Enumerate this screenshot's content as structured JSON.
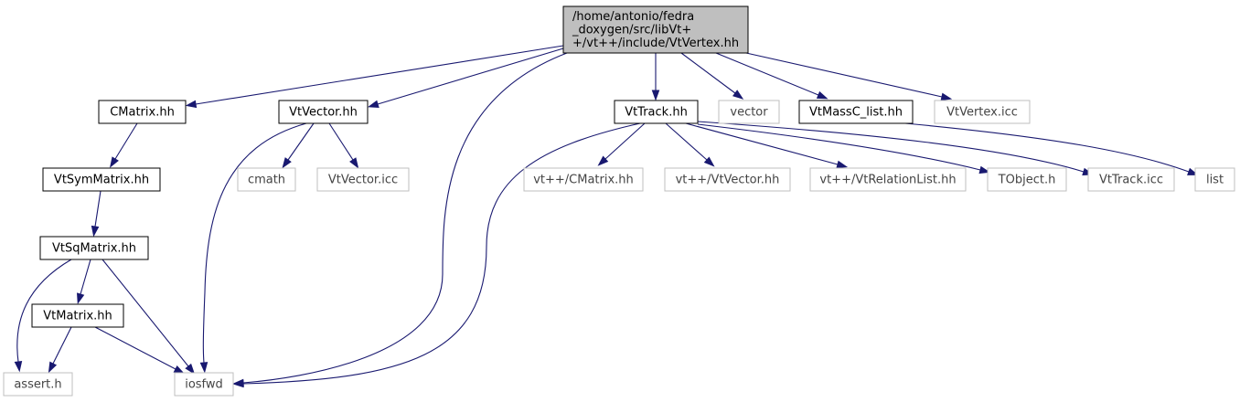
{
  "colors": {
    "edge": "#191970",
    "root_fill": "#bfbfbf",
    "documented_border": "#000000",
    "external_border": "#bfbfbf"
  },
  "nodes": [
    {
      "id": "root",
      "lines": [
        "/home/antonio/fedra",
        "_doxygen/src/libVt+",
        "+/vt++/include/VtVertex.hh"
      ],
      "kind": "root"
    },
    {
      "id": "cmatrix",
      "lines": [
        "CMatrix.hh"
      ],
      "kind": "documented"
    },
    {
      "id": "vtvector",
      "lines": [
        "VtVector.hh"
      ],
      "kind": "documented"
    },
    {
      "id": "vttrack",
      "lines": [
        "VtTrack.hh"
      ],
      "kind": "documented"
    },
    {
      "id": "vector",
      "lines": [
        "vector"
      ],
      "kind": "external"
    },
    {
      "id": "vtmassc",
      "lines": [
        "VtMassC_list.hh"
      ],
      "kind": "documented"
    },
    {
      "id": "vtvertexicc",
      "lines": [
        "VtVertex.icc"
      ],
      "kind": "external"
    },
    {
      "id": "vtsymmatrix",
      "lines": [
        "VtSymMatrix.hh"
      ],
      "kind": "documented"
    },
    {
      "id": "cmath",
      "lines": [
        "cmath"
      ],
      "kind": "external"
    },
    {
      "id": "vtvectoricc",
      "lines": [
        "VtVector.icc"
      ],
      "kind": "external"
    },
    {
      "id": "vtcmatrix",
      "lines": [
        "vt++/CMatrix.hh"
      ],
      "kind": "external"
    },
    {
      "id": "vtvtvector",
      "lines": [
        "vt++/VtVector.hh"
      ],
      "kind": "external"
    },
    {
      "id": "vtrelation",
      "lines": [
        "vt++/VtRelationList.hh"
      ],
      "kind": "external"
    },
    {
      "id": "tobject",
      "lines": [
        "TObject.h"
      ],
      "kind": "external"
    },
    {
      "id": "vttrackicc",
      "lines": [
        "VtTrack.icc"
      ],
      "kind": "external"
    },
    {
      "id": "list",
      "lines": [
        "list"
      ],
      "kind": "external"
    },
    {
      "id": "vtsqmatrix",
      "lines": [
        "VtSqMatrix.hh"
      ],
      "kind": "documented"
    },
    {
      "id": "vtmatrix",
      "lines": [
        "VtMatrix.hh"
      ],
      "kind": "documented"
    },
    {
      "id": "asserth",
      "lines": [
        "assert.h"
      ],
      "kind": "external"
    },
    {
      "id": "iosfwd",
      "lines": [
        "iosfwd"
      ],
      "kind": "external"
    }
  ],
  "edges": [
    {
      "from": "root",
      "to": "cmatrix"
    },
    {
      "from": "root",
      "to": "vtvector"
    },
    {
      "from": "root",
      "to": "iosfwd"
    },
    {
      "from": "root",
      "to": "vttrack"
    },
    {
      "from": "root",
      "to": "vector"
    },
    {
      "from": "root",
      "to": "vtmassc"
    },
    {
      "from": "root",
      "to": "vtvertexicc"
    },
    {
      "from": "cmatrix",
      "to": "vtsymmatrix"
    },
    {
      "from": "vtsymmatrix",
      "to": "vtsqmatrix"
    },
    {
      "from": "vtsqmatrix",
      "to": "asserth"
    },
    {
      "from": "vtsqmatrix",
      "to": "vtmatrix"
    },
    {
      "from": "vtsqmatrix",
      "to": "iosfwd"
    },
    {
      "from": "vtmatrix",
      "to": "asserth"
    },
    {
      "from": "vtmatrix",
      "to": "iosfwd"
    },
    {
      "from": "vtvector",
      "to": "iosfwd"
    },
    {
      "from": "vtvector",
      "to": "cmath"
    },
    {
      "from": "vtvector",
      "to": "vtvectoricc"
    },
    {
      "from": "vttrack",
      "to": "iosfwd"
    },
    {
      "from": "vttrack",
      "to": "vtcmatrix"
    },
    {
      "from": "vttrack",
      "to": "vtvtvector"
    },
    {
      "from": "vttrack",
      "to": "vtrelation"
    },
    {
      "from": "vttrack",
      "to": "tobject"
    },
    {
      "from": "vttrack",
      "to": "vttrackicc"
    },
    {
      "from": "vtmassc",
      "to": "list"
    }
  ]
}
